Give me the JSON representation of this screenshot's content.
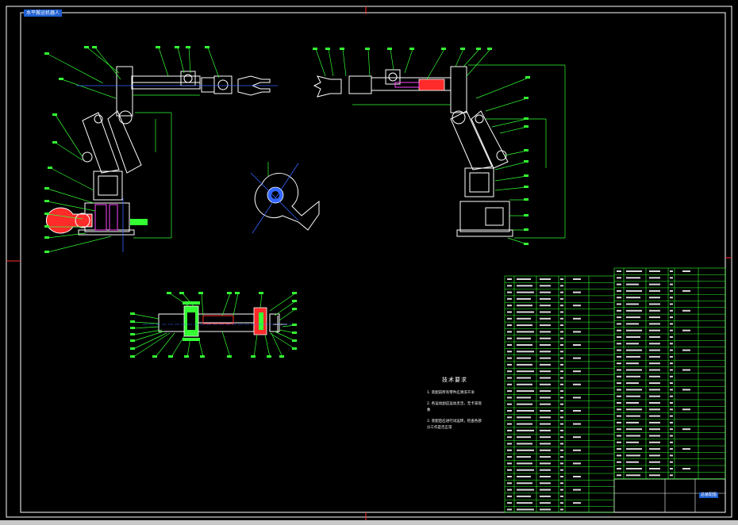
{
  "drawing": {
    "tag_label": "水平搬运机器人",
    "notes_title": "技术要求",
    "notes": [
      "1. 装配前所有零件应清洗干净",
      "2. 各运动副应运动灵活，无卡滞现象",
      "3. 装配后应进行试运转，检查各部分工作是否正常"
    ],
    "title_block_name": "总装配图"
  },
  "colors": {
    "frame": "#ffffff",
    "border_marks": "#ff3030",
    "structure": "#ffffff",
    "leaders": "#33ff33",
    "dimensions": "#33ff33",
    "centerlines": "#3366ff",
    "highlight_red": "#ff2a2a",
    "highlight_green": "#33ff33",
    "highlight_magenta": "#ff44ff"
  }
}
